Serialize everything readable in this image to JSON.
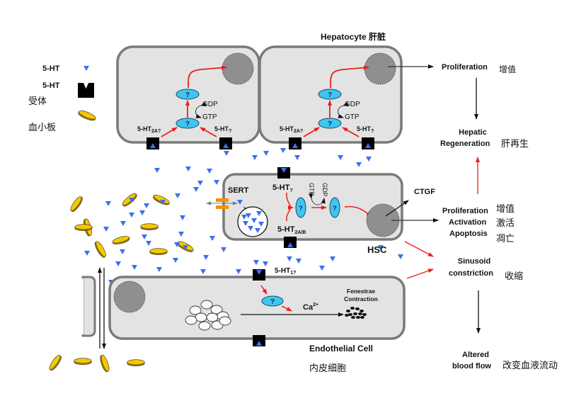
{
  "legend": {
    "serotonin_label": "5-HT",
    "receptor_label": "5-HT",
    "receptor_cn": "受体",
    "platelet_cn": "血小板"
  },
  "hepatocyte": {
    "title": "Hepatocyte 肝脏",
    "receptor_left_main": "5-HT",
    "receptor_left_sub": "2A?",
    "receptor_right_main": "5-HT",
    "receptor_right_sub": "?",
    "gdp": "GDP",
    "gtp": "GTP",
    "unknown": "?"
  },
  "hsc": {
    "name": "HSC",
    "sert": "SERT",
    "receptor_top_main": "5-HT",
    "receptor_top_sub": "?",
    "receptor_bottom_main": "5-HT",
    "receptor_bottom_sub": "2A/B",
    "gtp": "GTP",
    "gdp": "GDP",
    "ctgf": "CTGF",
    "unknown": "?"
  },
  "endothelial": {
    "name": "Endothelial Cell",
    "name_cn": "内皮细胞",
    "receptor_main": "5-HT",
    "receptor_sub": "1?",
    "calcium_main": "Ca",
    "calcium_sup": "2+",
    "fenestrae_line1": "Fenestrae",
    "fenestrae_line2": "Contraction",
    "unknown": "?"
  },
  "outcomes": {
    "hep_proliferation": "Proliferation",
    "hep_proliferation_cn": "增值",
    "regeneration_line1": "Hepatic",
    "regeneration_line2": "Regeneration",
    "regeneration_cn": "肝再生",
    "hsc_proliferation": "Proliferation",
    "hsc_proliferation_cn": "增值",
    "hsc_activation": "Activation",
    "hsc_activation_cn": "激活",
    "hsc_apoptosis": "Apoptosis",
    "hsc_apoptosis_cn": "凋亡",
    "sinusoid_line1": "Sinusoid",
    "sinusoid_line2": "constriction",
    "sinusoid_cn": "收缩",
    "bloodflow_line1": "Altered",
    "bloodflow_line2": "blood flow",
    "bloodflow_cn": "改变血液流动"
  },
  "colors": {
    "serotonin": "#3a6ff0",
    "receptor": "#000000",
    "platelet": "#f2c200",
    "cell_fill": "#e3e3e3",
    "cell_border": "#7a7a7a",
    "nucleus": "#8f8f8f",
    "protein": "#3fc6f0",
    "activating_arrow": "#ee1c1c",
    "sert": "#f39200"
  }
}
